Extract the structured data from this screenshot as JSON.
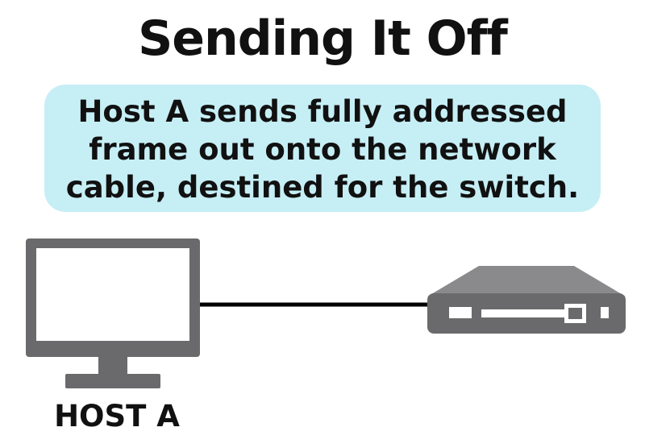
{
  "title": "Sending It Off",
  "callout": {
    "lines": [
      "Host A sends fully addressed",
      "frame out onto the network",
      "cable, destined for the switch."
    ]
  },
  "host": {
    "label": "HOST A",
    "icon": "monitor-icon"
  },
  "switch": {
    "icon": "switch-icon"
  },
  "colors": {
    "callout_bg": "#c6eef5",
    "device_gray": "#6a6a6c",
    "device_top": "#8a8a8c",
    "cable": "#000000"
  }
}
